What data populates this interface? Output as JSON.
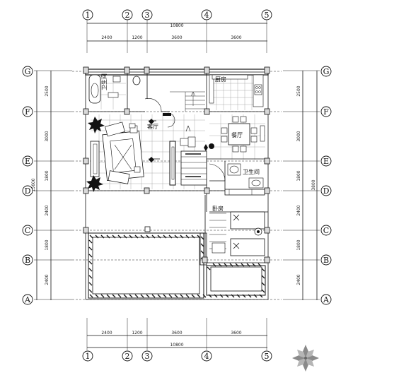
{
  "axes_top": [
    "1",
    "2",
    "3",
    "4",
    "5"
  ],
  "axes_side": [
    "G",
    "F",
    "E",
    "D",
    "C",
    "B",
    "A"
  ],
  "dims_top": {
    "total": "10800",
    "spans": [
      "2400",
      "1200",
      "3600",
      "3600"
    ]
  },
  "dims_bottom": {
    "total": "10800",
    "spans": [
      "2400",
      "1200",
      "3600",
      "3600"
    ]
  },
  "dims_left": {
    "total": "15600",
    "spans": [
      "2500",
      "3000",
      "1800",
      "2400",
      "1800",
      "2400"
    ]
  },
  "dims_right": {
    "total": "3800",
    "spans": [
      "2500",
      "3000",
      "1800",
      "2400",
      "1800",
      "2400"
    ]
  },
  "rooms": {
    "kitchen": "厨房",
    "dining": "餐厅",
    "bathroom": "卫生间",
    "bedroom": "卧房",
    "bath_left": "卫生间",
    "living": "客厅"
  }
}
